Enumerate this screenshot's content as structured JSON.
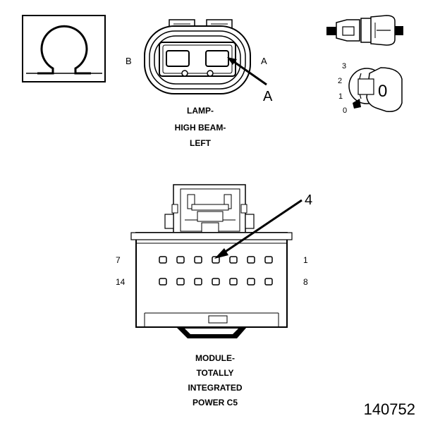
{
  "ohm_symbol": "Ω",
  "top_connector": {
    "pin_b": "B",
    "pin_a": "A",
    "callout": "A",
    "title_lines": [
      "LAMP-",
      "HIGH BEAM-",
      "LEFT"
    ]
  },
  "key_diagram": {
    "positions": [
      "3",
      "2",
      "1",
      "0"
    ],
    "key_label": "0"
  },
  "module_connector": {
    "callout": "4",
    "pin_labels": {
      "row1_left": "7",
      "row1_right": "1",
      "row2_left": "14",
      "row2_right": "8"
    },
    "title_lines": [
      "MODULE-",
      "TOTALLY",
      "INTEGRATED",
      "POWER C5"
    ]
  },
  "figure_number": "140752"
}
